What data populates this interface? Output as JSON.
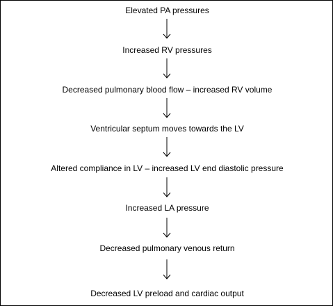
{
  "flowchart": {
    "steps": [
      "Elevated PA pressures",
      "Increased RV pressures",
      "Decreased pulmonary blood flow – increased RV volume",
      "Ventricular septum moves towards the LV",
      "Altered compliance in LV – increased LV end diastolic pressure",
      "Increased LA pressure",
      "Decreased pulmonary venous return",
      "Decreased LV preload and cardiac output"
    ],
    "arrow_icon": "down-arrow-icon"
  }
}
